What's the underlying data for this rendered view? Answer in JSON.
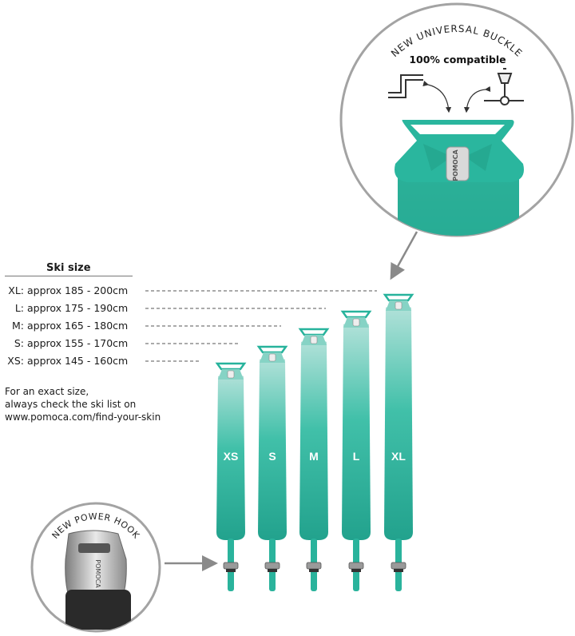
{
  "buckle": {
    "arc_text": "NEW UNIVERSAL BUCKLE",
    "compat_text": "100% compatible",
    "brand": "POMOCA"
  },
  "hook": {
    "arc_text": "NEW POWER HOOK",
    "brand": "POMOCA"
  },
  "size_table": {
    "title": "Ski size",
    "rows": [
      {
        "code": "XL:",
        "range": "approx 185 - 200cm"
      },
      {
        "code": "L:",
        "range": "approx 175 - 190cm"
      },
      {
        "code": "M:",
        "range": "approx 165 - 180cm"
      },
      {
        "code": "S:",
        "range": "approx 155 - 170cm"
      },
      {
        "code": "XS:",
        "range": "approx 145 - 160cm"
      }
    ]
  },
  "note": {
    "line1": "For an exact size,",
    "line2": "always check the ski list on",
    "line3": "www.pomoca.com/find-your-skin"
  },
  "skins": [
    {
      "label": "XS"
    },
    {
      "label": "S"
    },
    {
      "label": "M"
    },
    {
      "label": "L"
    },
    {
      "label": "XL"
    }
  ],
  "colors": {
    "skin_top": "#a9ddd5",
    "skin_mid": "#3fbfa8",
    "skin_bottom": "#24a48f",
    "circle_stroke": "#a3a3a3",
    "accent_teal": "#27b39c"
  }
}
